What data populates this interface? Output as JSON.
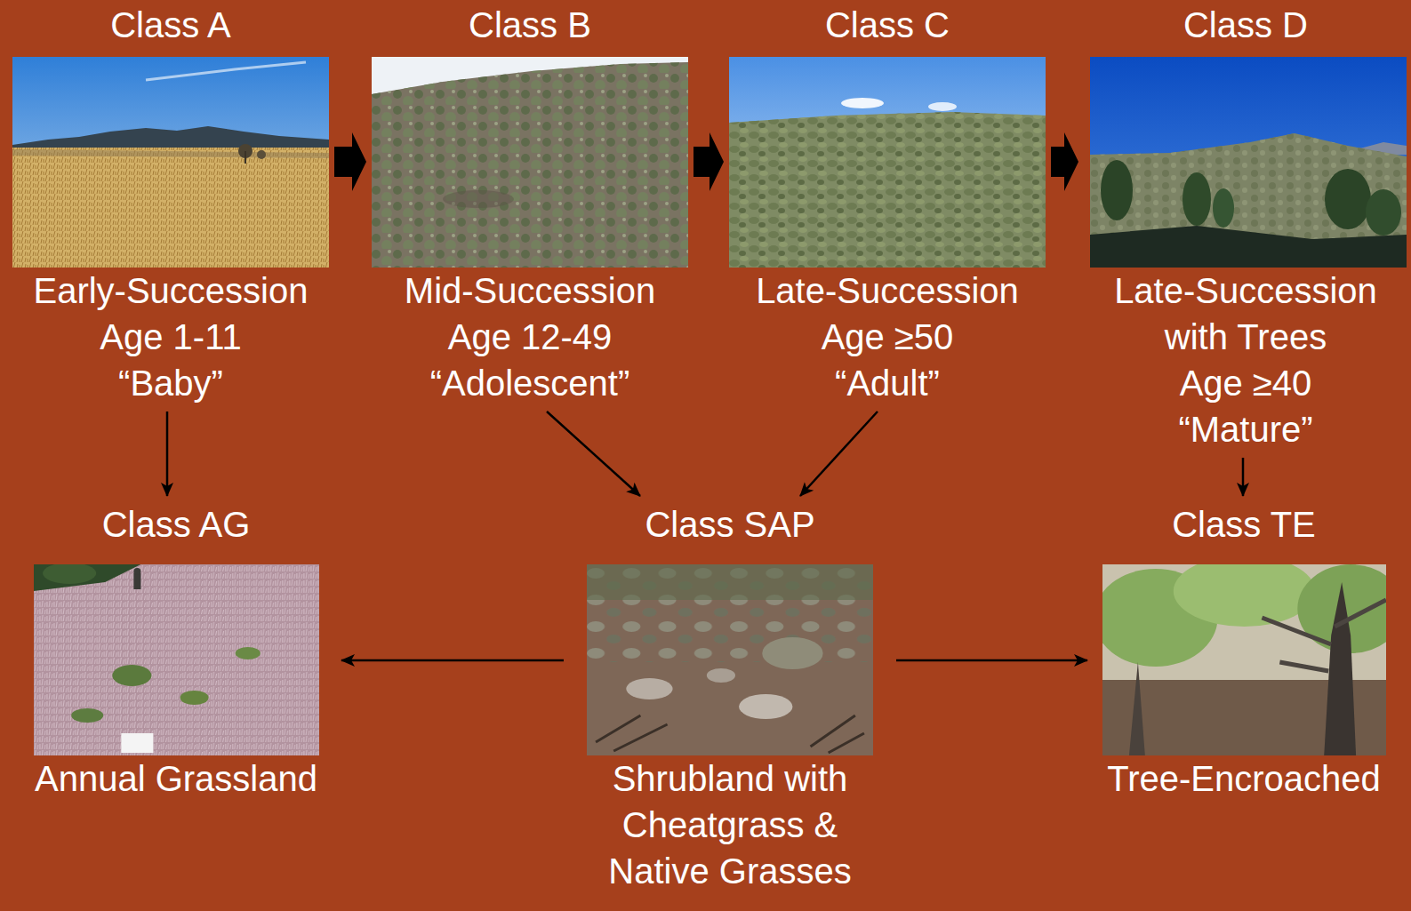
{
  "diagram": {
    "nodes": [
      {
        "text": [
          "Class A",
          "Early-Succession",
          "Age 1-11",
          "“Baby”"
        ]
      },
      {
        "text": [
          "Class B",
          "Mid-Succession",
          "Age 12-49",
          "“Adolescent”"
        ]
      },
      {
        "text": [
          "Class C",
          "Late-Succession",
          "Age ≥50",
          "“Adult”"
        ]
      },
      {
        "text": [
          "Class D",
          "Late-Succession with Trees",
          "Age ≥40",
          "“Mature”"
        ]
      },
      {
        "text": [
          "Class AG",
          "Annual Grassland"
        ]
      },
      {
        "text": [
          "Class SAP",
          "Shrubland with Cheatgrass & Native Grasses"
        ]
      },
      {
        "text": [
          "Class TE",
          "Tree-Encroached"
        ]
      }
    ],
    "edges": [
      {
        "from": 0,
        "to": 1,
        "arrow": "to"
      },
      {
        "from": 1,
        "to": 2,
        "arrow": "to"
      },
      {
        "from": 2,
        "to": 3,
        "arrow": "to"
      },
      {
        "from": 0,
        "to": 4,
        "arrow": "to"
      },
      {
        "from": 1,
        "to": 5,
        "arrow": "to"
      },
      {
        "from": 2,
        "to": 5,
        "arrow": "to"
      },
      {
        "from": 3,
        "to": 6,
        "arrow": "to"
      },
      {
        "from": 5,
        "to": 4,
        "arrow": "to"
      },
      {
        "from": 5,
        "to": 6,
        "arrow": "to"
      }
    ]
  }
}
